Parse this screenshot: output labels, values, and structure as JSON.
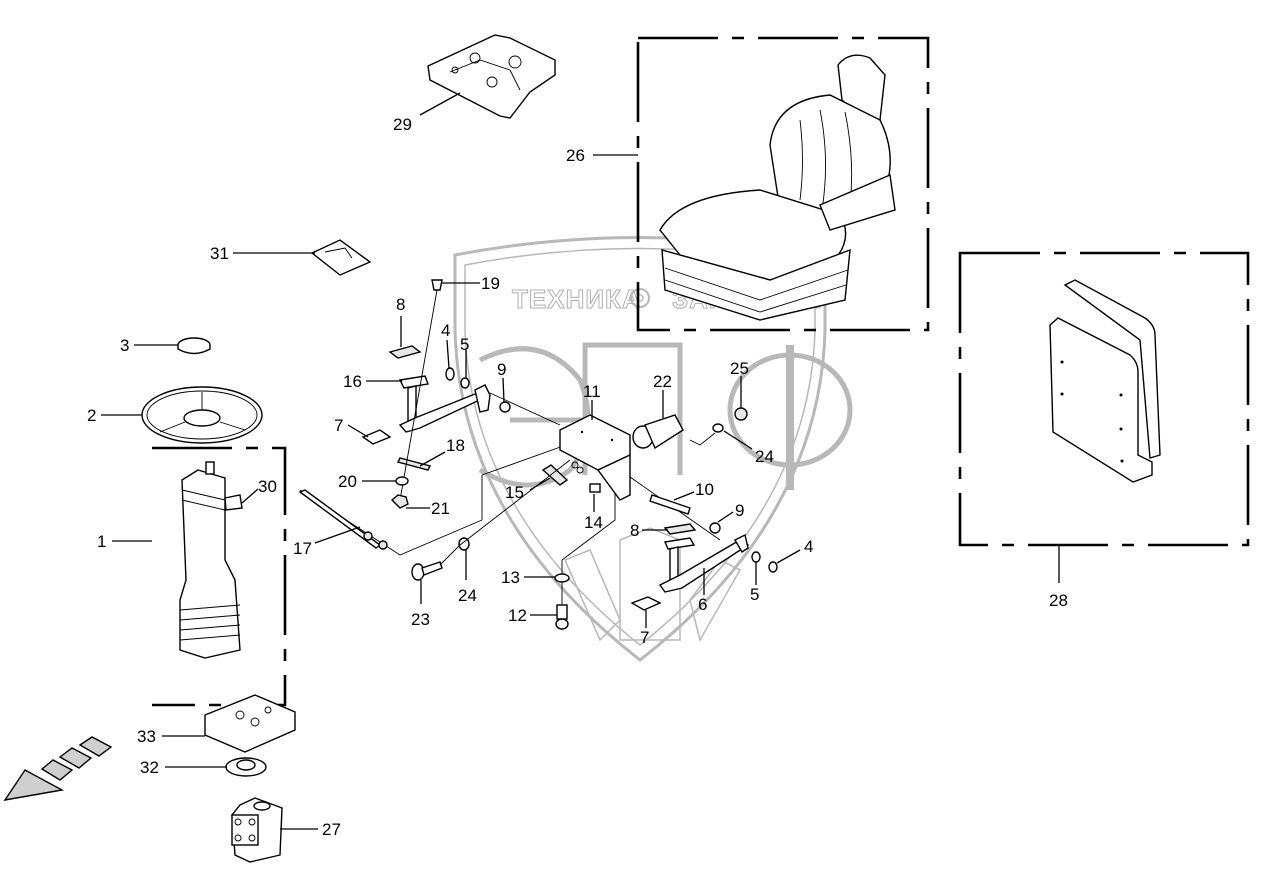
{
  "diagram": {
    "type": "exploded-parts-diagram",
    "subject": "operator seat, steering column and pedal assembly",
    "watermark": {
      "left_text": "ТЕХНИКА",
      "right_text": "ЗАПЧАСТИ",
      "logo_letters": "ЭПФ"
    },
    "callouts": [
      {
        "id": "c1",
        "number": "1",
        "part": "steering column housing"
      },
      {
        "id": "c2",
        "number": "2",
        "part": "steering wheel"
      },
      {
        "id": "c3",
        "number": "3",
        "part": "steering wheel cap"
      },
      {
        "id": "c4a",
        "number": "4",
        "part": "o-ring"
      },
      {
        "id": "c4b",
        "number": "4",
        "part": "o-ring"
      },
      {
        "id": "c5a",
        "number": "5",
        "part": "o-ring"
      },
      {
        "id": "c5b",
        "number": "5",
        "part": "o-ring"
      },
      {
        "id": "c6",
        "number": "6",
        "part": "pedal"
      },
      {
        "id": "c7a",
        "number": "7",
        "part": "pad"
      },
      {
        "id": "c7b",
        "number": "7",
        "part": "pad"
      },
      {
        "id": "c8a",
        "number": "8",
        "part": "pedal pad"
      },
      {
        "id": "c8b",
        "number": "8",
        "part": "pedal pad"
      },
      {
        "id": "c9a",
        "number": "9",
        "part": "bushing"
      },
      {
        "id": "c9b",
        "number": "9",
        "part": "bushing"
      },
      {
        "id": "c10",
        "number": "10",
        "part": "shaft"
      },
      {
        "id": "c11",
        "number": "11",
        "part": "bracket"
      },
      {
        "id": "c12",
        "number": "12",
        "part": "bolt"
      },
      {
        "id": "c13",
        "number": "13",
        "part": "washer"
      },
      {
        "id": "c14",
        "number": "14",
        "part": "bushing"
      },
      {
        "id": "c15",
        "number": "15",
        "part": "spring"
      },
      {
        "id": "c16",
        "number": "16",
        "part": "pedal"
      },
      {
        "id": "c17",
        "number": "17",
        "part": "cable"
      },
      {
        "id": "c18",
        "number": "18",
        "part": "plate"
      },
      {
        "id": "c19",
        "number": "19",
        "part": "screw"
      },
      {
        "id": "c20",
        "number": "20",
        "part": "washer"
      },
      {
        "id": "c21",
        "number": "21",
        "part": "nut"
      },
      {
        "id": "c22",
        "number": "22",
        "part": "valve"
      },
      {
        "id": "c23",
        "number": "23",
        "part": "bolt"
      },
      {
        "id": "c24a",
        "number": "24",
        "part": "washer"
      },
      {
        "id": "c24b",
        "number": "24",
        "part": "washer"
      },
      {
        "id": "c25",
        "number": "25",
        "part": "nut"
      },
      {
        "id": "c26",
        "number": "26",
        "part": "operator seat"
      },
      {
        "id": "c27",
        "number": "27",
        "part": "steering unit"
      },
      {
        "id": "c28",
        "number": "28",
        "part": "folding seat"
      },
      {
        "id": "c29",
        "number": "29",
        "part": "mounting plate"
      },
      {
        "id": "c30",
        "number": "30",
        "part": "fitting"
      },
      {
        "id": "c31",
        "number": "31",
        "part": "bracket"
      },
      {
        "id": "c32",
        "number": "32",
        "part": "coupling"
      },
      {
        "id": "c33",
        "number": "33",
        "part": "gasket plate"
      }
    ],
    "direction_arrow": "front-direction-arrow"
  }
}
